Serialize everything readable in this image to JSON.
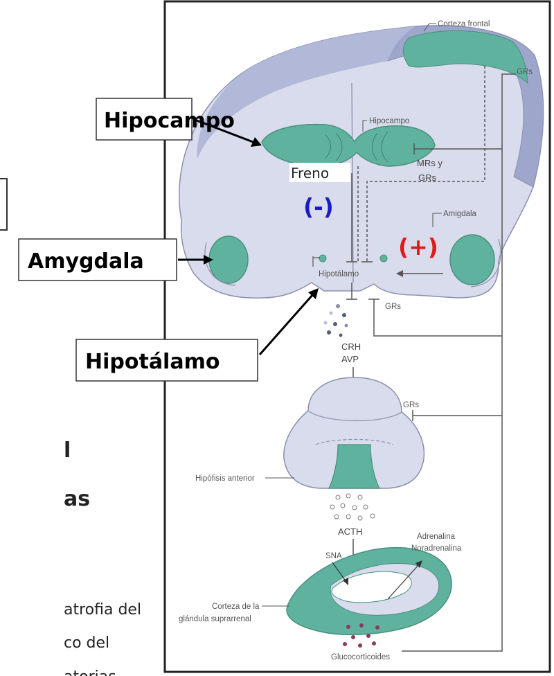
{
  "callouts": {
    "hipocampo": "Hipocampo",
    "amygdala": "Amygdala",
    "hipotalamo": "Hipotálamo"
  },
  "brain_labels": {
    "corteza_frontal": "Corteza frontal",
    "grs_top": "GRs",
    "hipocampo": "Hipocampo",
    "mrs_y": "MRs y",
    "grs_mid": "GRs",
    "amigdala": "Amigdala",
    "hipotalamo": "Hipotálamo",
    "grs_hypo": "GRs"
  },
  "annotations": {
    "freno": "Freno",
    "minus": "(-)",
    "plus": "(+)"
  },
  "axis_labels": {
    "crh": "CRH",
    "avp": "AVP",
    "grs_pit": "GRs",
    "hipofisis": "Hipófisis anterior",
    "acth": "ACTH",
    "sna": "SNA",
    "adrenalina": "Adrenalina",
    "noradrenalina": "Noradrenalina",
    "corteza_de_la": "Corteza de la",
    "glandula": "glándula suprarrenal",
    "gluco": "Glucocorticoides"
  },
  "background_text": {
    "line1": "l",
    "line2": "as",
    "line3": "atrofia del",
    "line4": "co del",
    "line5": "atorias"
  },
  "colors": {
    "teal": "#5fb39e",
    "brain_fill": "#d8dcec",
    "cortex_band": "#9ea6cc",
    "minus": "#1a1ac8",
    "plus": "#e01a1a"
  }
}
